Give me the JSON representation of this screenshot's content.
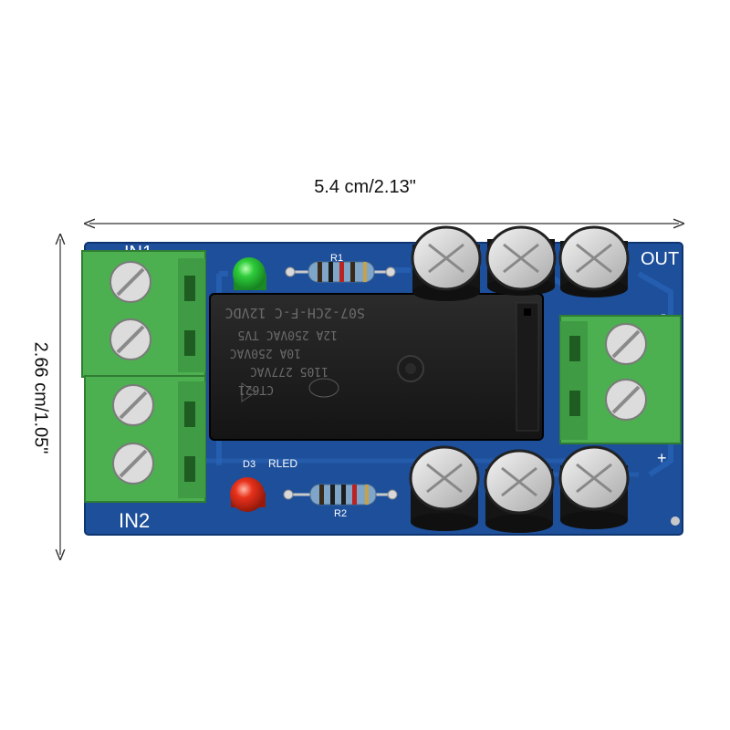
{
  "dimensions": {
    "width_label": "5.4 cm/2.13\"",
    "height_label": "2.66 cm/1.05\""
  },
  "board": {
    "color": "#1d4f9a",
    "silkscreen": {
      "in1": "IN1",
      "in2": "IN2",
      "out": "OUT",
      "r1": "R1",
      "r2": "R2",
      "d3": "D3",
      "rled": "RLED",
      "minus": "-",
      "plus": "+"
    }
  },
  "relay": {
    "lines": [
      "CT621",
      "1105  277VAC",
      "10A 250VAC",
      "12A 250VAC  TV5",
      "S07-2CH-F-C 12VDC"
    ]
  },
  "components": {
    "led_top_color": "#2ecc3b",
    "led_bottom_color": "#e8321c",
    "terminal_color": "#4caf50"
  }
}
